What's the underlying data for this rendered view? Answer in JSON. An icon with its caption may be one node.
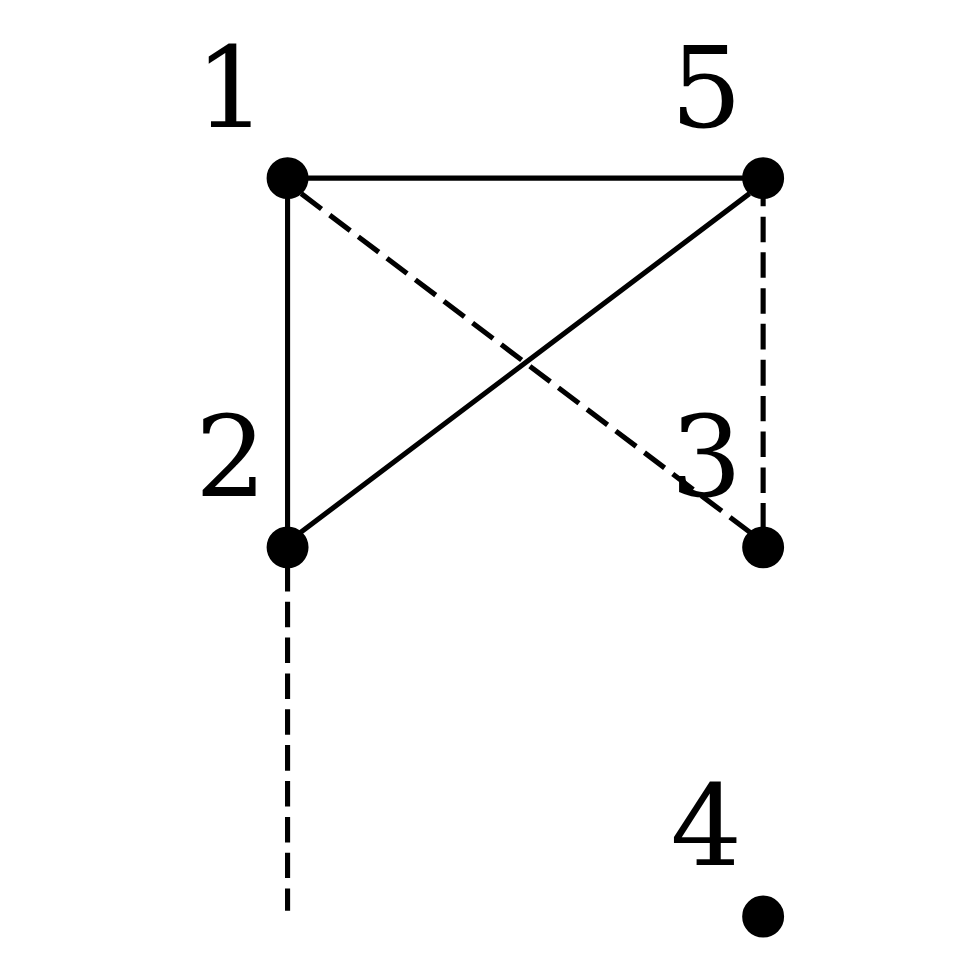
{
  "diagram": {
    "nodes": [
      {
        "text": [],
        "shape": "circle",
        "beside": [
          "1"
        ]
      },
      {
        "text": [],
        "shape": "circle",
        "beside": [
          "2"
        ]
      },
      {
        "text": [],
        "shape": "circle",
        "beside": [
          "3"
        ]
      },
      {
        "text": [],
        "shape": "circle",
        "beside": [
          "4"
        ]
      },
      {
        "text": [],
        "shape": "circle",
        "beside": [
          "5"
        ]
      }
    ],
    "edges": [
      {
        "from": 0,
        "to": 1,
        "arrow": "none"
      },
      {
        "from": 1,
        "to": 4,
        "arrow": "none"
      },
      {
        "from": 0,
        "to": 4,
        "arrow": "none"
      },
      {
        "from": 0,
        "to": 2,
        "arrow": "none",
        "style": "dashed"
      },
      {
        "from": 2,
        "to": 4,
        "arrow": "none",
        "style": "dashed"
      },
      {
        "from": 1,
        "to": null,
        "arrow": "none",
        "style": "dashed"
      }
    ]
  }
}
